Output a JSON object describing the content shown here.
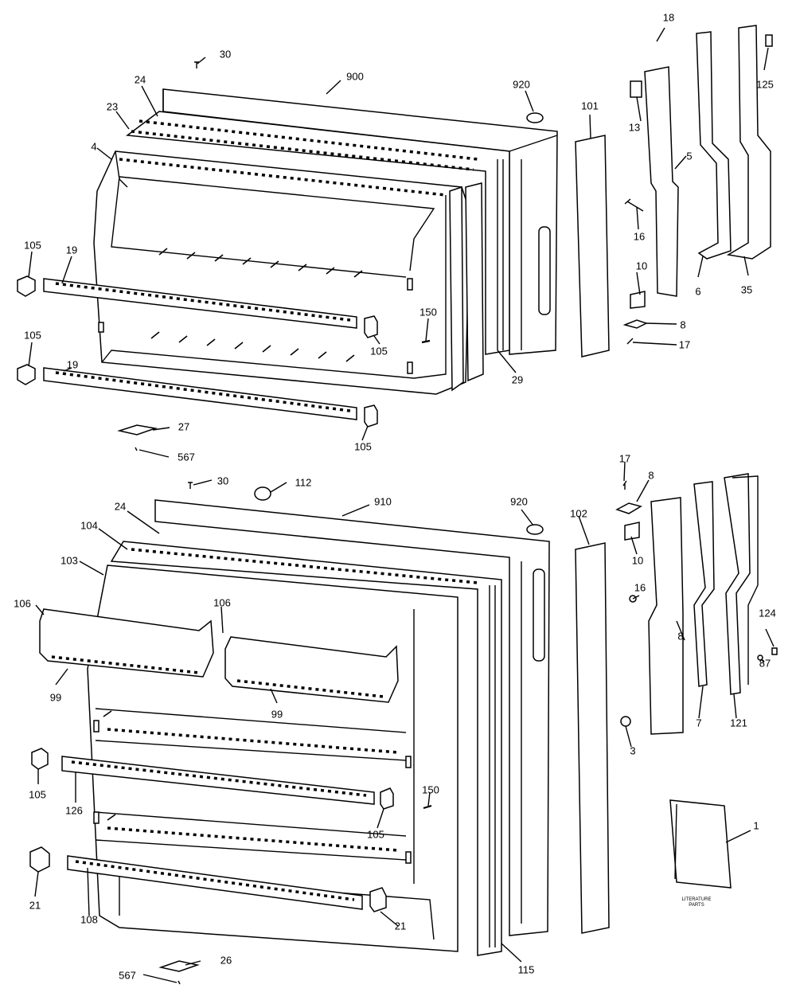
{
  "diagram": {
    "upper_assembly": {
      "labels": {
        "p30": "30",
        "p900": "900",
        "p920": "920",
        "p24": "24",
        "p23": "23",
        "p4": "4",
        "p105a": "105",
        "p19a": "19",
        "p105b": "105",
        "p19b": "19",
        "p105c": "105",
        "p150": "150",
        "p105d": "105",
        "p29": "29",
        "p27": "27",
        "p567": "567",
        "p101": "101",
        "p18": "18",
        "p13": "13",
        "p5": "5",
        "p16": "16",
        "p10": "10",
        "p8": "8",
        "p17": "17",
        "p6": "6",
        "p35": "35",
        "p125": "125"
      }
    },
    "lower_assembly": {
      "labels": {
        "p30": "30",
        "p112": "112",
        "p910": "910",
        "p920": "920",
        "p24": "24",
        "p104": "104",
        "p103": "103",
        "p106a": "106",
        "p106b": "106",
        "p99a": "99",
        "p99b": "99",
        "p105a": "105",
        "p126": "126",
        "p150": "150",
        "p105b": "105",
        "p21a": "21",
        "p108": "108",
        "p21b": "21",
        "p567": "567",
        "p26": "26",
        "p115": "115",
        "p102": "102",
        "p17": "17",
        "p8a": "8",
        "p10": "10",
        "p16": "16",
        "p8b": "8",
        "p3": "3",
        "p7": "7",
        "p121": "121",
        "p124": "124",
        "p87": "87",
        "p1": "1",
        "literature_parts": "LITERATURE\nPARTS"
      }
    }
  }
}
